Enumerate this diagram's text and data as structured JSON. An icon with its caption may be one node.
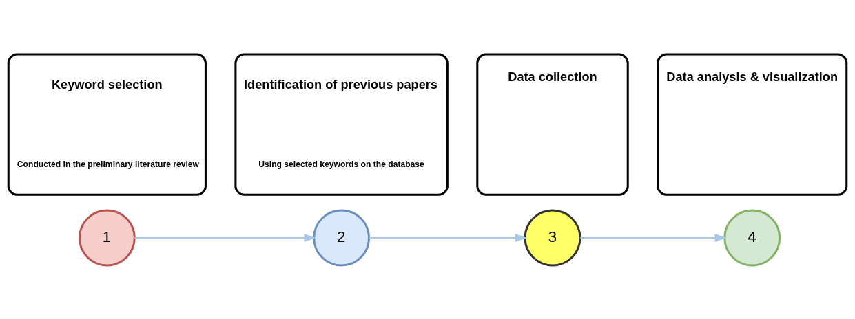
{
  "diagram": {
    "nodes": [
      {
        "text": [
          "Keyword selection",
          "Conducted in the preliminary literature review"
        ]
      },
      {
        "text": [
          "Identification of previous papers",
          "Using selected keywords on the database"
        ]
      },
      {
        "text": [
          "Data collection"
        ]
      },
      {
        "text": [
          "Data analysis & visualization"
        ]
      },
      {
        "text": [
          "1"
        ]
      },
      {
        "text": [
          "2"
        ]
      },
      {
        "text": [
          "3"
        ]
      },
      {
        "text": [
          "4"
        ]
      }
    ],
    "edges": [
      {
        "from": 4,
        "to": 5,
        "arrow": "to"
      },
      {
        "from": 5,
        "to": 6,
        "arrow": "to"
      },
      {
        "from": 6,
        "to": 7,
        "arrow": "to"
      }
    ]
  }
}
